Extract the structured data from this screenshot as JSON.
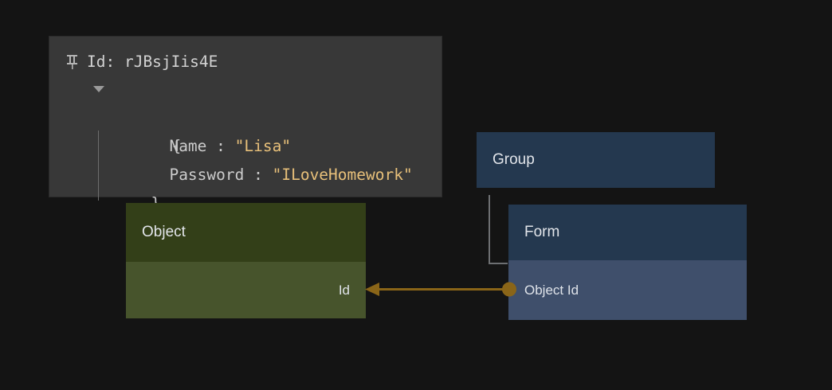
{
  "canvas": {
    "background_color": "#141414"
  },
  "tooltip": {
    "name": "json-inspector-tooltip",
    "pin_icon": "pin-icon",
    "expand_icon": "triangle-down-icon",
    "id_label": "Id: rJBsjIis4E",
    "brace_open": "{",
    "brace_close": "}",
    "background_color": "#383838",
    "string_color": "#e8c07a",
    "properties": [
      {
        "key": "Name",
        "separator": ":",
        "value": "\"Lisa\""
      },
      {
        "key": "Password",
        "separator": ":",
        "value": "\"ILoveHomework\""
      }
    ]
  },
  "nodes": {
    "object": {
      "title": "Object",
      "header_color": "#333f18",
      "row_color": "#47542c",
      "fields": [
        {
          "label": "Id"
        }
      ]
    },
    "group": {
      "title": "Group",
      "header_color": "#24384f"
    },
    "form": {
      "title": "Form",
      "header_color": "#24384f",
      "row_color": "#3f4f6b",
      "fields": [
        {
          "label": "Object Id"
        }
      ]
    }
  },
  "edge": {
    "name": "relation-edge",
    "color": "#8a6518",
    "from": "Form.Object Id",
    "to": "Object.Id",
    "direction": "left"
  },
  "tree_connector": {
    "color": "#6d6f72",
    "from": "Group",
    "to": "Form"
  }
}
